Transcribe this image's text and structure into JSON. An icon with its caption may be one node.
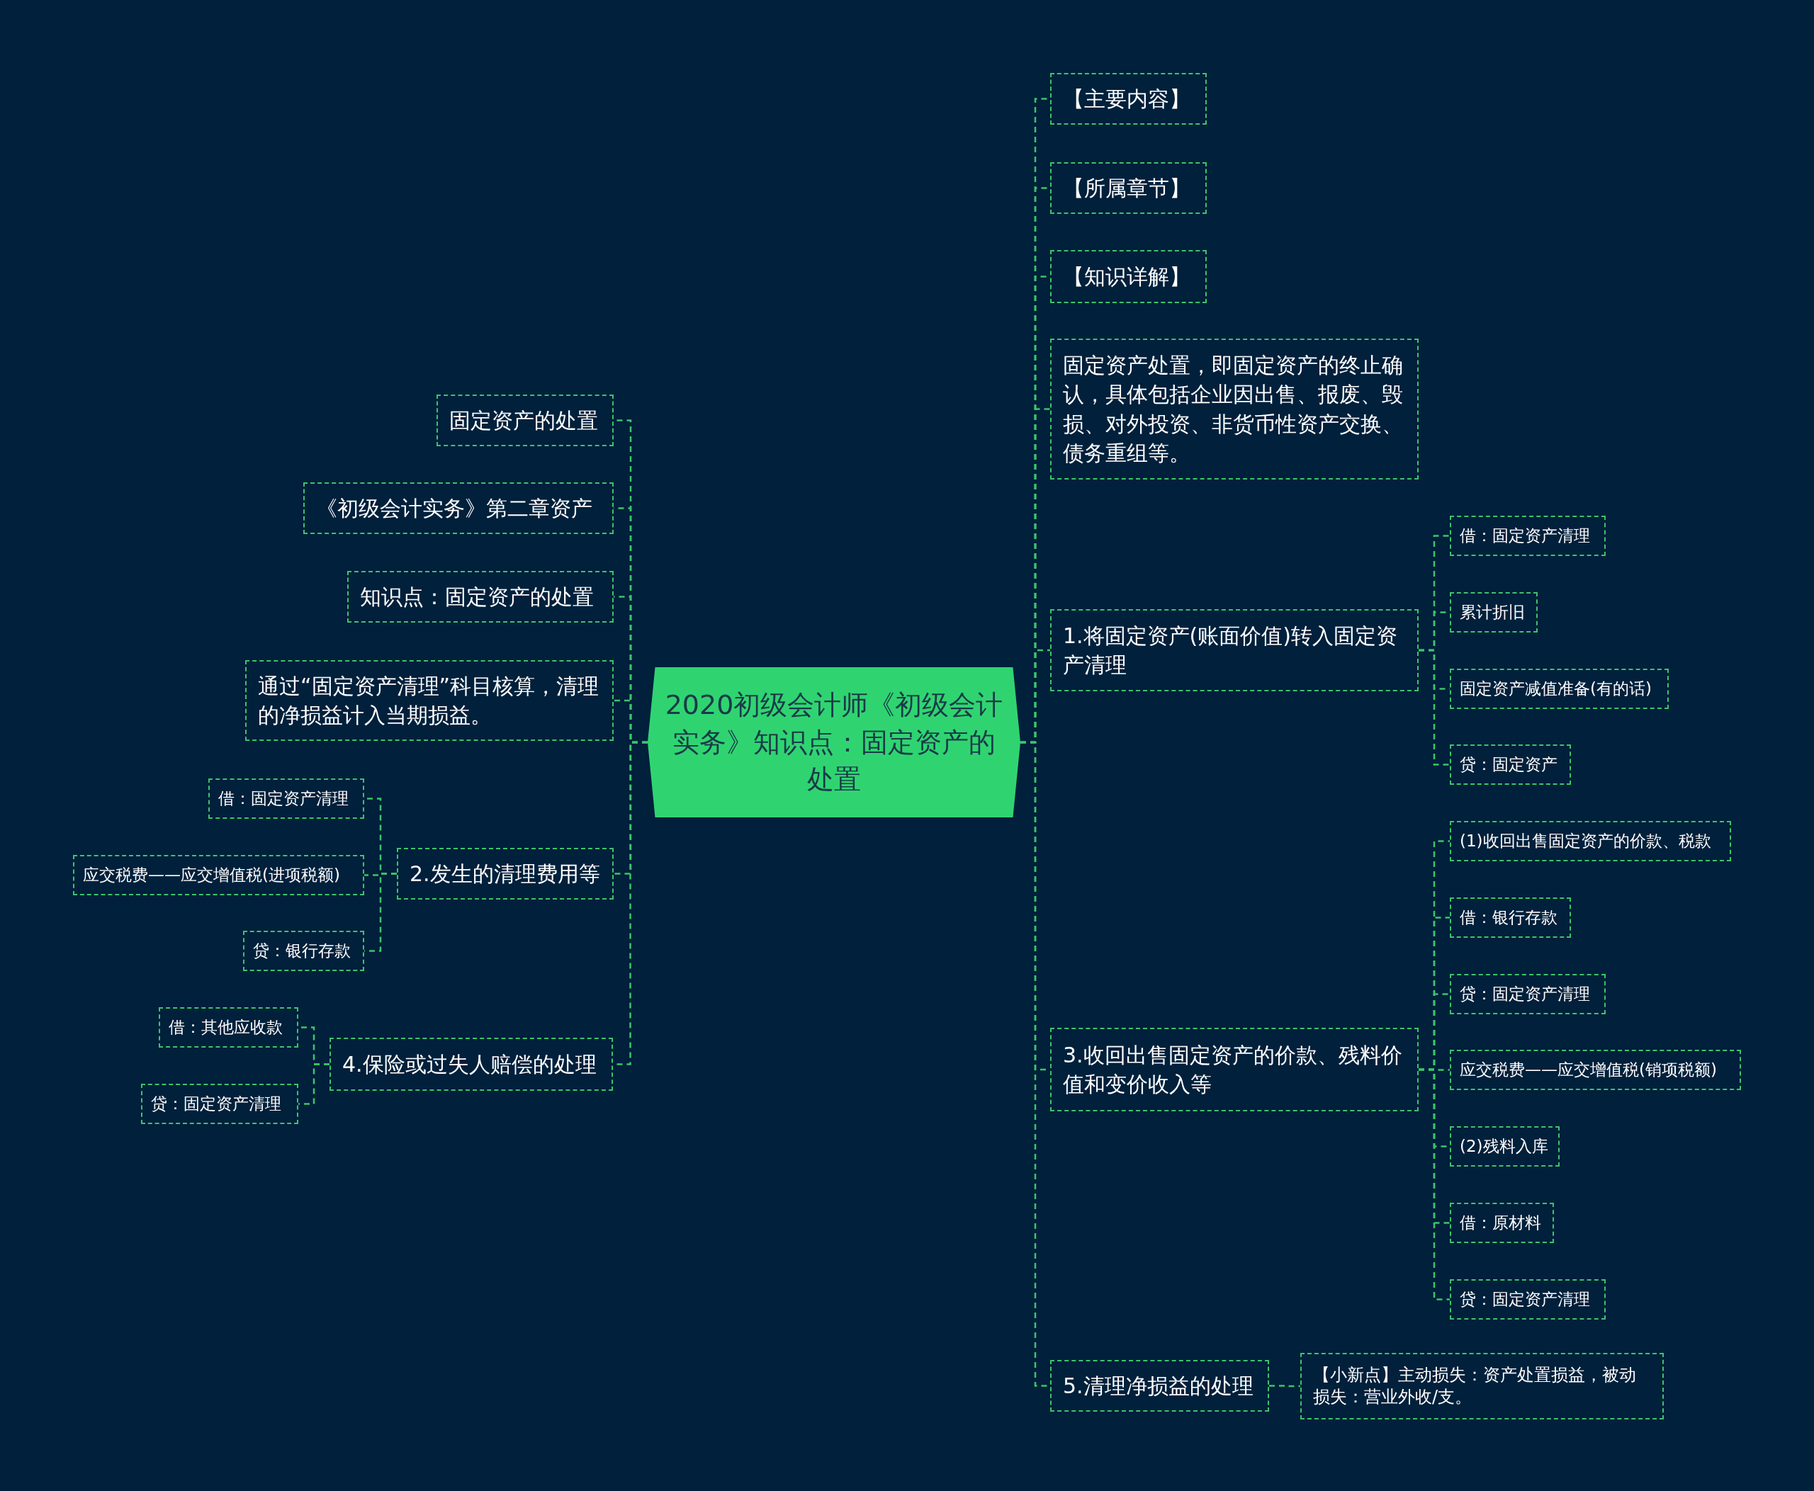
{
  "diagram": {
    "nodes": [
      {
        "text": [
          "2020初级会计师《初级会计实务》知识点：固定资产的处置"
        ]
      },
      {
        "text": [
          "【主要内容】"
        ]
      },
      {
        "text": [
          "【所属章节】"
        ]
      },
      {
        "text": [
          "【知识详解】"
        ]
      },
      {
        "text": [
          "固定资产处置，即固定资产的终止确认，具体包括企业因出售、报废、毁损、对外投资、非货币性资产交换、债务重组等。"
        ]
      },
      {
        "text": [
          "1.将固定资产(账面价值)转入固定资产清理"
        ]
      },
      {
        "text": [
          "借：固定资产清理"
        ]
      },
      {
        "text": [
          "累计折旧"
        ]
      },
      {
        "text": [
          "固定资产减值准备(有的话)"
        ]
      },
      {
        "text": [
          "贷：固定资产"
        ]
      },
      {
        "text": [
          "3.收回出售固定资产的价款、残料价值和变价收入等"
        ]
      },
      {
        "text": [
          "(1)收回出售固定资产的价款、税款"
        ]
      },
      {
        "text": [
          "借：银行存款"
        ]
      },
      {
        "text": [
          "贷：固定资产清理"
        ]
      },
      {
        "text": [
          "应交税费——应交增值税(销项税额)"
        ]
      },
      {
        "text": [
          "(2)残料入库"
        ]
      },
      {
        "text": [
          "借：原材料"
        ]
      },
      {
        "text": [
          "贷：固定资产清理"
        ]
      },
      {
        "text": [
          "5.清理净损益的处理"
        ]
      },
      {
        "text": [
          "【小新点】主动损失：资产处置损益，被动损失：营业外收/支。"
        ]
      },
      {
        "text": [
          "固定资产的处置"
        ]
      },
      {
        "text": [
          "《初级会计实务》第二章资产"
        ]
      },
      {
        "text": [
          "知识点：固定资产的处置"
        ]
      },
      {
        "text": [
          "通过“固定资产清理”科目核算，清理的净损益计入当期损益。"
        ]
      },
      {
        "text": [
          "2.发生的清理费用等"
        ]
      },
      {
        "text": [
          "借：固定资产清理"
        ]
      },
      {
        "text": [
          "应交税费——应交增值税(进项税额)"
        ]
      },
      {
        "text": [
          "贷：银行存款"
        ]
      },
      {
        "text": [
          "4.保险或过失人赔偿的处理"
        ]
      },
      {
        "text": [
          "借：其他应收款"
        ]
      },
      {
        "text": [
          "贷：固定资产清理"
        ]
      }
    ],
    "edges": [
      {
        "from": 0,
        "to": 1,
        "arrow": "none"
      },
      {
        "from": 0,
        "to": 2,
        "arrow": "none"
      },
      {
        "from": 0,
        "to": 3,
        "arrow": "none"
      },
      {
        "from": 0,
        "to": 4,
        "arrow": "none"
      },
      {
        "from": 0,
        "to": 5,
        "arrow": "none"
      },
      {
        "from": 5,
        "to": 6,
        "arrow": "none"
      },
      {
        "from": 5,
        "to": 7,
        "arrow": "none"
      },
      {
        "from": 5,
        "to": 8,
        "arrow": "none"
      },
      {
        "from": 5,
        "to": 9,
        "arrow": "none"
      },
      {
        "from": 0,
        "to": 10,
        "arrow": "none"
      },
      {
        "from": 10,
        "to": 11,
        "arrow": "none"
      },
      {
        "from": 10,
        "to": 12,
        "arrow": "none"
      },
      {
        "from": 10,
        "to": 13,
        "arrow": "none"
      },
      {
        "from": 10,
        "to": 14,
        "arrow": "none"
      },
      {
        "from": 10,
        "to": 15,
        "arrow": "none"
      },
      {
        "from": 10,
        "to": 16,
        "arrow": "none"
      },
      {
        "from": 10,
        "to": 17,
        "arrow": "none"
      },
      {
        "from": 0,
        "to": 18,
        "arrow": "none"
      },
      {
        "from": 18,
        "to": 19,
        "arrow": "none"
      },
      {
        "from": 0,
        "to": 20,
        "arrow": "none"
      },
      {
        "from": 0,
        "to": 21,
        "arrow": "none"
      },
      {
        "from": 0,
        "to": 22,
        "arrow": "none"
      },
      {
        "from": 0,
        "to": 23,
        "arrow": "none"
      },
      {
        "from": 0,
        "to": 24,
        "arrow": "none"
      },
      {
        "from": 24,
        "to": 25,
        "arrow": "none"
      },
      {
        "from": 24,
        "to": 26,
        "arrow": "none"
      },
      {
        "from": 24,
        "to": 27,
        "arrow": "none"
      },
      {
        "from": 0,
        "to": 28,
        "arrow": "none"
      },
      {
        "from": 28,
        "to": 29,
        "arrow": "none"
      },
      {
        "from": 28,
        "to": 30,
        "arrow": "none"
      }
    ]
  }
}
